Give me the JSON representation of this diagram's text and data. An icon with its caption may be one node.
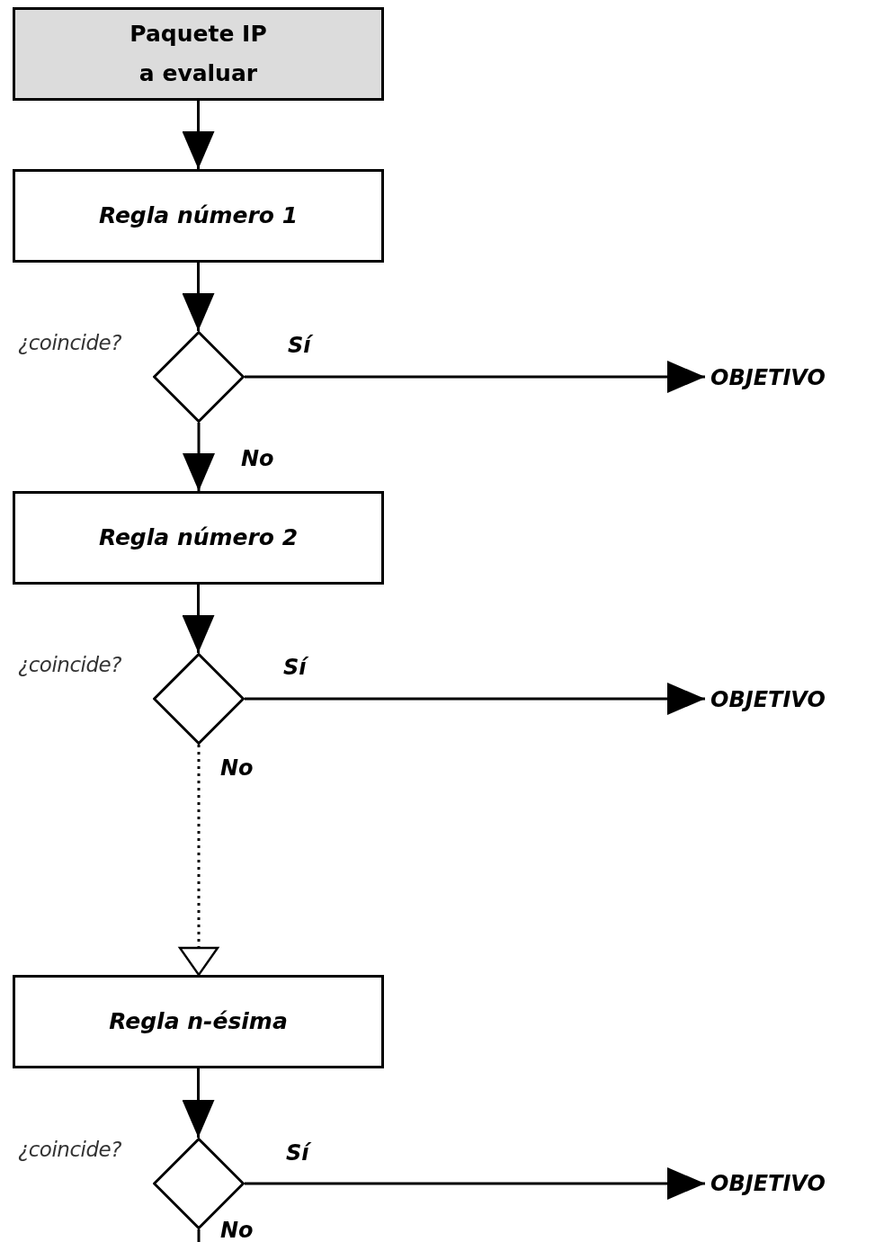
{
  "diagram": {
    "nodes": [
      {
        "text": [
          "Paquete IP a evaluar"
        ]
      },
      {
        "text": [
          "Regla número 1"
        ]
      },
      {
        "text": [],
        "shape": "diamond",
        "beside": [
          "¿coincide?"
        ]
      },
      {
        "text": [
          "OBJETIVO"
        ]
      },
      {
        "text": [
          "Regla número 2"
        ]
      },
      {
        "text": [],
        "shape": "diamond",
        "beside": [
          "¿coincide?"
        ]
      },
      {
        "text": [
          "OBJETIVO"
        ]
      },
      {
        "text": [
          "Regla n-ésima"
        ]
      },
      {
        "text": [],
        "shape": "diamond",
        "beside": [
          "¿coincide?"
        ]
      },
      {
        "text": [
          "OBJETIVO"
        ]
      }
    ],
    "edges": [
      {
        "from": 0,
        "to": 1,
        "arrow": "to"
      },
      {
        "from": 1,
        "to": 2,
        "arrow": "to"
      },
      {
        "from": 2,
        "to": 3,
        "arrow": "to",
        "label": "Sí"
      },
      {
        "from": 2,
        "to": 4,
        "arrow": "to",
        "label": "No"
      },
      {
        "from": 4,
        "to": 5,
        "arrow": "to"
      },
      {
        "from": 5,
        "to": 6,
        "arrow": "to",
        "label": "Sí"
      },
      {
        "from": 5,
        "to": 7,
        "arrow": "to",
        "label": "No",
        "style": "dashed"
      },
      {
        "from": 7,
        "to": 8,
        "arrow": "to"
      },
      {
        "from": 8,
        "to": 9,
        "arrow": "to",
        "label": "Sí"
      },
      {
        "from": 8,
        "to": null,
        "arrow": "none",
        "label": "No"
      }
    ]
  }
}
